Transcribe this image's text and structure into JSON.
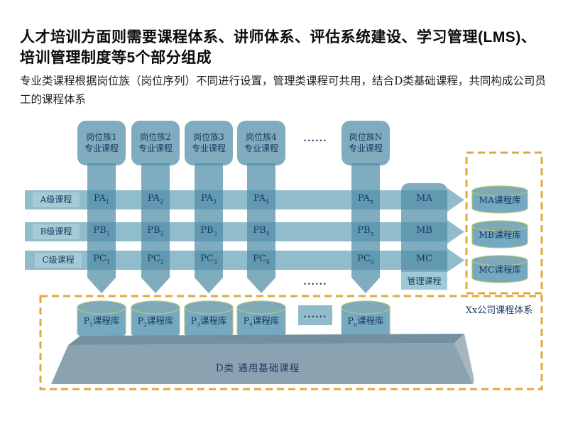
{
  "title": {
    "line1": "人才培训方面则需要课程体系、讲师体系、评估系统建设、学习管理(LMS)、",
    "line2": "培训管理制度等5个部分组成"
  },
  "subtitle": "专业类课程根据岗位族（岗位序列）不同进行设置，管理类课程可共用，结合D类基础课程，共同构成公司员工的课程体系",
  "colors": {
    "band": "#90bccb",
    "column_shape": "#4f8ca6",
    "label_box": "#a6cad6",
    "management_box": "#9fc9d6",
    "cylinder_body": "#74a9bf",
    "cylinder_top": "#7fa9b7",
    "cylinder_outline": "#b5c477",
    "dashed_border": "#e1a93b",
    "trapezoid_front": "#8ba3b1",
    "trapezoid_top": "#74909f",
    "trapezoid_side": "#a5b6bf",
    "diagram_text": "#1c3a62"
  },
  "diagram": {
    "dots": "......",
    "columns": [
      {
        "line1": "岗位族1",
        "line2": "专业课程"
      },
      {
        "line1": "岗位族2",
        "line2": "专业课程"
      },
      {
        "line1": "岗位族3",
        "line2": "专业课程"
      },
      {
        "line1": "岗位族4",
        "line2": "专业课程"
      },
      {
        "line1": "岗位族N",
        "line2": "专业课程"
      }
    ],
    "row_labels": [
      "A级课程",
      "B级课程",
      "C级课程"
    ],
    "cells": {
      "A": [
        {
          "b": "PA",
          "s": "1"
        },
        {
          "b": "PA",
          "s": "2"
        },
        {
          "b": "PA",
          "s": "3"
        },
        {
          "b": "PA",
          "s": "4"
        },
        {
          "b": "PA",
          "s": "n"
        }
      ],
      "B": [
        {
          "b": "PB",
          "s": "1"
        },
        {
          "b": "PB",
          "s": "2"
        },
        {
          "b": "PB",
          "s": "3"
        },
        {
          "b": "PB",
          "s": "4"
        },
        {
          "b": "PB",
          "s": "n"
        }
      ],
      "C": [
        {
          "b": "PC",
          "s": "1"
        },
        {
          "b": "PC",
          "s": "2"
        },
        {
          "b": "PC",
          "s": "3"
        },
        {
          "b": "PC",
          "s": "4"
        },
        {
          "b": "PC",
          "s": "n"
        }
      ]
    },
    "m_cells": [
      "MA",
      "MB",
      "MC"
    ],
    "management_label": "管理课程",
    "m_libraries": [
      "MA课程库",
      "MB课程库",
      "MC课程库"
    ],
    "p_libraries": [
      {
        "b": "P",
        "s": "1",
        "post": "课程库"
      },
      {
        "b": "P",
        "s": "2",
        "post": "课程库"
      },
      {
        "b": "P",
        "s": "3",
        "post": "课程库"
      },
      {
        "b": "P",
        "s": "4",
        "post": "课程库"
      },
      {
        "b": "P",
        "s": "n",
        "post": "课程库"
      }
    ],
    "base_label": "D类  通用基础课程",
    "corner_label": "Xx公司课程体系"
  }
}
